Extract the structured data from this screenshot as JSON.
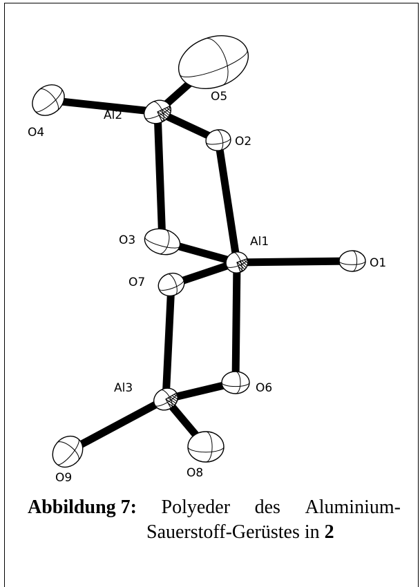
{
  "figure": {
    "atoms": [
      {
        "id": "Al1",
        "label": "Al1",
        "kind": "al"
      },
      {
        "id": "Al2",
        "label": "Al2",
        "kind": "al"
      },
      {
        "id": "Al3",
        "label": "Al3",
        "kind": "al"
      },
      {
        "id": "O1",
        "label": "O1",
        "kind": "o"
      },
      {
        "id": "O2",
        "label": "O2",
        "kind": "o"
      },
      {
        "id": "O3",
        "label": "O3",
        "kind": "o"
      },
      {
        "id": "O4",
        "label": "O4",
        "kind": "o"
      },
      {
        "id": "O5",
        "label": "O5",
        "kind": "o"
      },
      {
        "id": "O6",
        "label": "O6",
        "kind": "o"
      },
      {
        "id": "O7",
        "label": "O7",
        "kind": "o"
      },
      {
        "id": "O8",
        "label": "O8",
        "kind": "o"
      },
      {
        "id": "O9",
        "label": "O9",
        "kind": "o"
      }
    ],
    "bonds": [
      [
        "Al2",
        "O4"
      ],
      [
        "Al2",
        "O5"
      ],
      [
        "Al2",
        "O2"
      ],
      [
        "Al2",
        "O3"
      ],
      [
        "Al1",
        "O2"
      ],
      [
        "Al1",
        "O3"
      ],
      [
        "Al1",
        "O1"
      ],
      [
        "Al1",
        "O7"
      ],
      [
        "Al1",
        "O6"
      ],
      [
        "Al3",
        "O7"
      ],
      [
        "Al3",
        "O6"
      ],
      [
        "Al3",
        "O8"
      ],
      [
        "Al3",
        "O9"
      ]
    ]
  },
  "caption": {
    "label": "Abbildung",
    "number": "7:",
    "text_line1_a": "Polyeder",
    "text_line1_b": "des",
    "text_line1_c": "Aluminium-",
    "text_line2": "Sauerstoff-Gerüstes in ",
    "compound": "2"
  }
}
